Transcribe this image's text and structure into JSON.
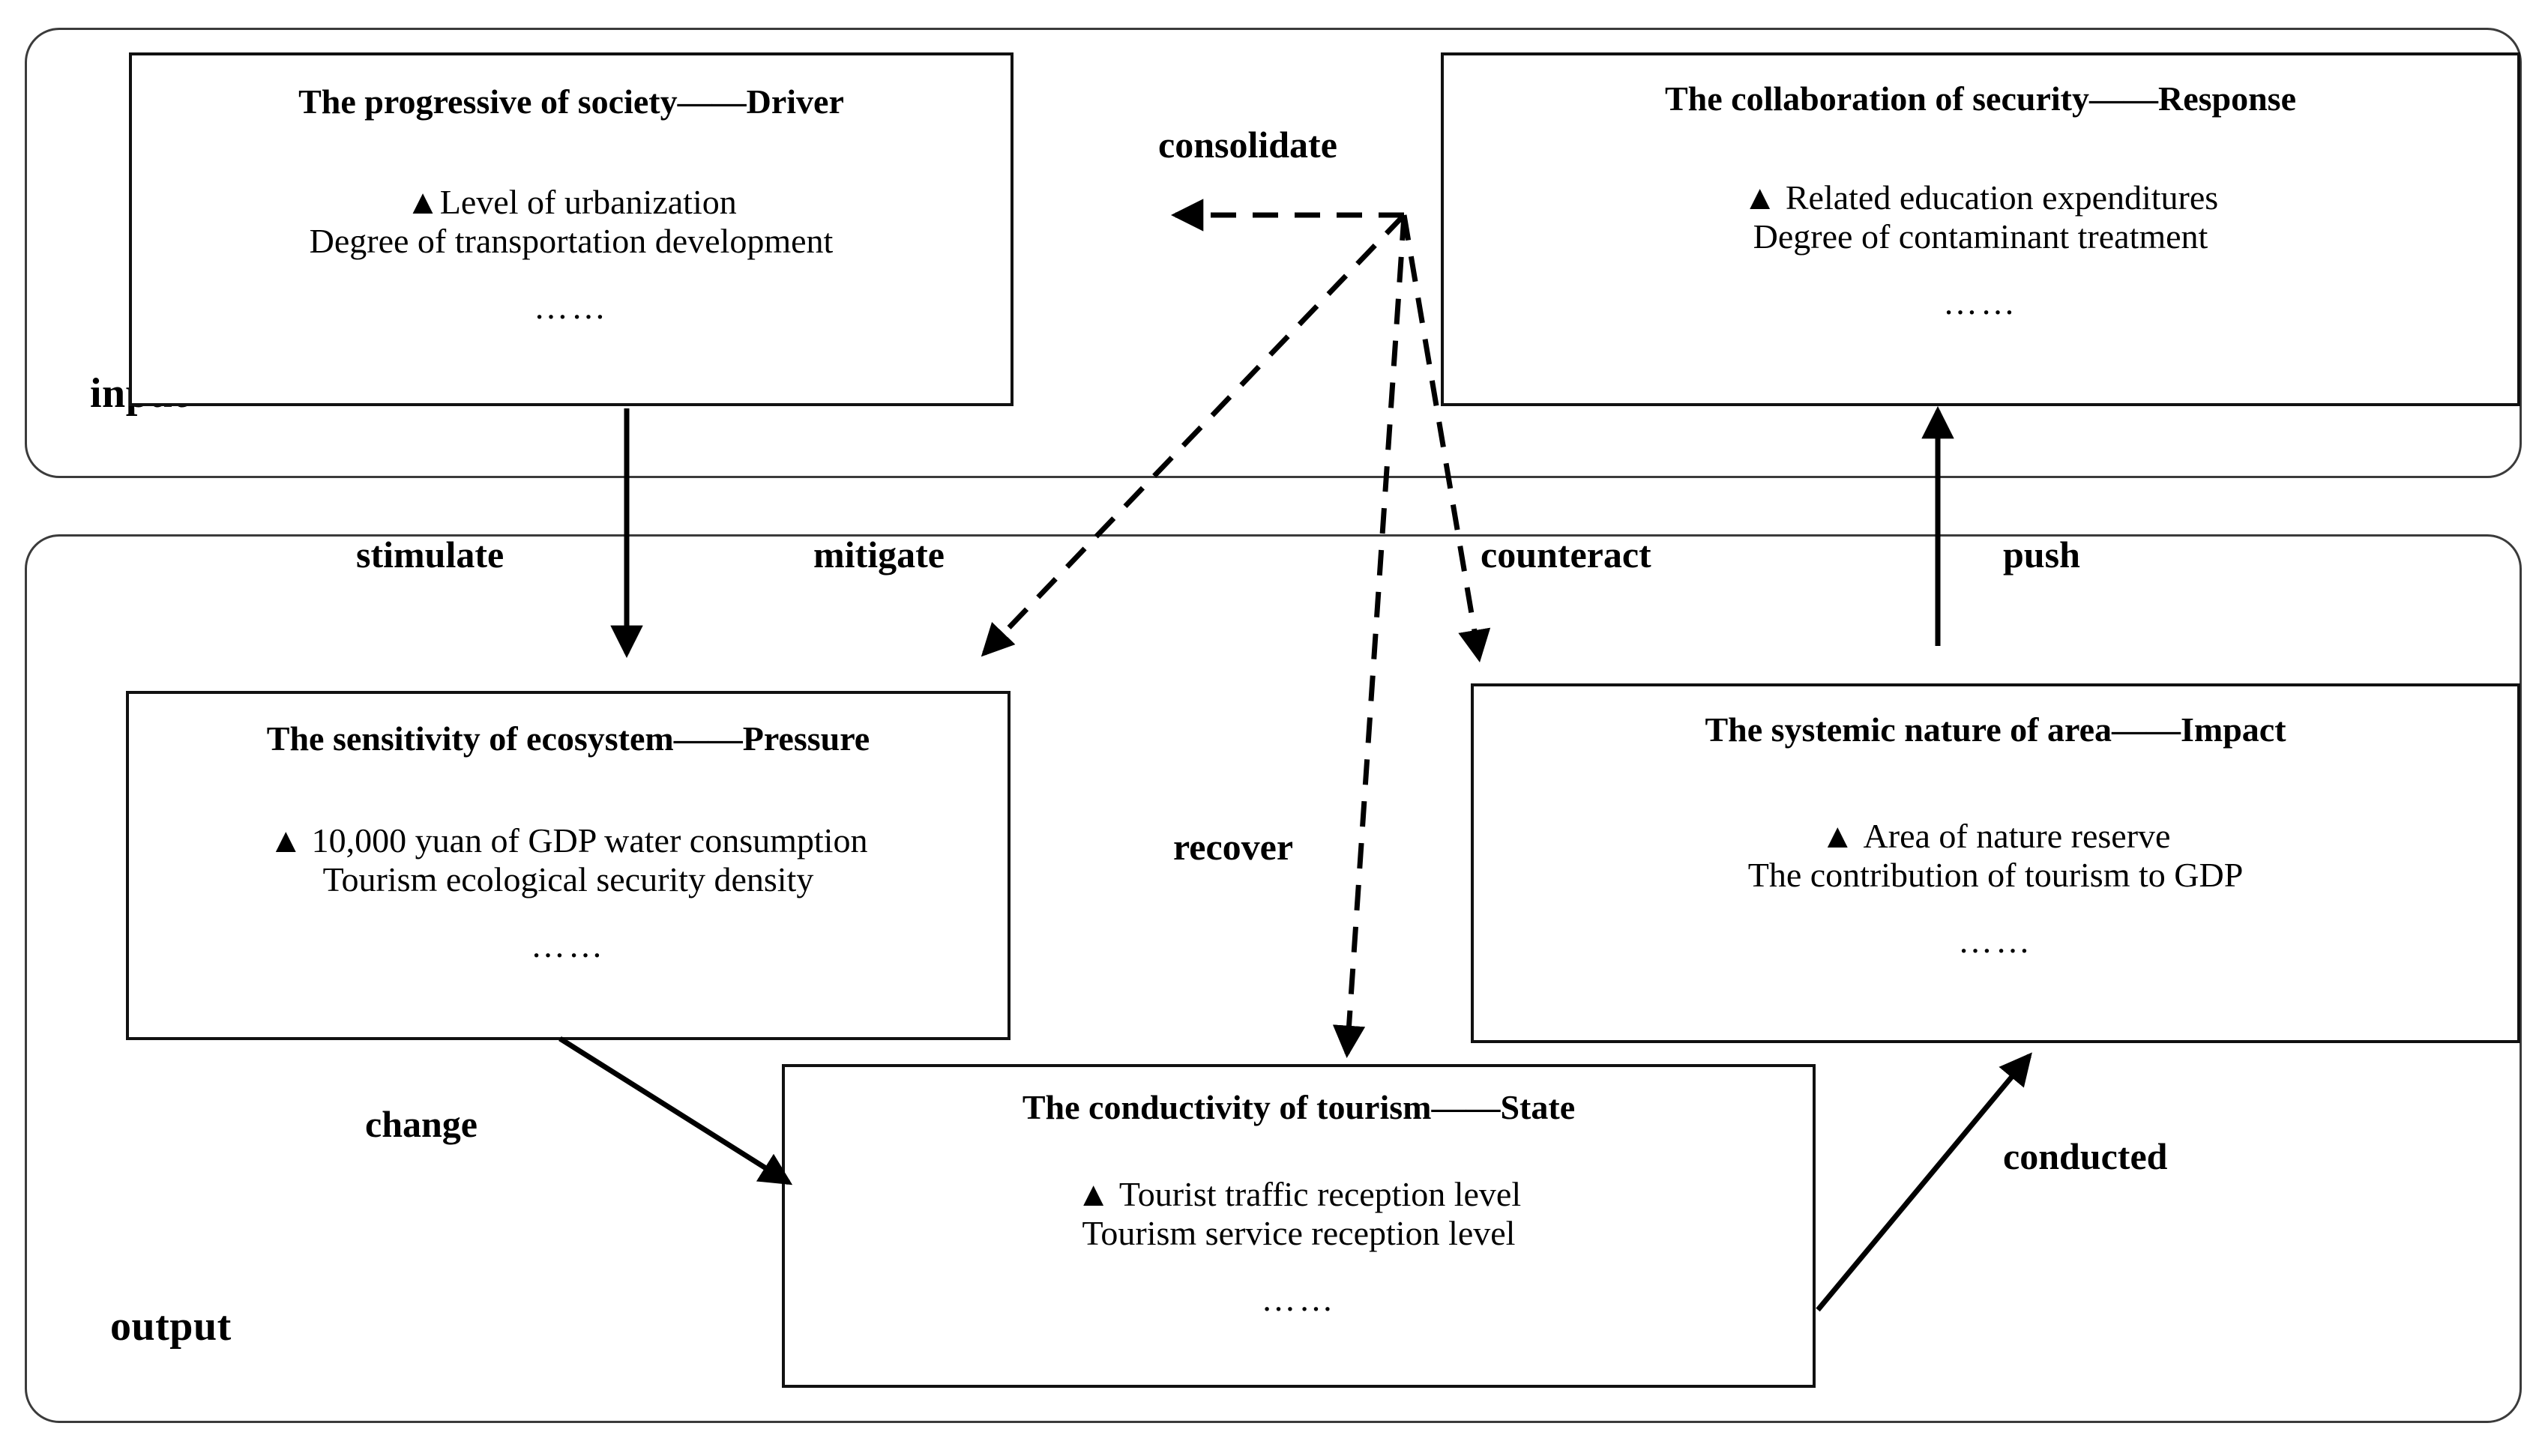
{
  "zones": [
    {
      "id": "input",
      "label": "input"
    },
    {
      "id": "output",
      "label": "output"
    }
  ],
  "nodes": [
    {
      "id": "driver",
      "title": "The progressive of society——Driver",
      "marker": "▲",
      "indicators": [
        "Level of urbanization",
        "Degree of transportation development"
      ],
      "ellipsis": "……"
    },
    {
      "id": "response",
      "title": "The collaboration of security——Response",
      "marker": "▲",
      "indicators": [
        "Related education expenditures",
        "Degree of contaminant treatment"
      ],
      "ellipsis": "……"
    },
    {
      "id": "pressure",
      "title": "The sensitivity of ecosystem——Pressure",
      "marker": "▲",
      "indicators": [
        "10,000 yuan of GDP water consumption",
        "Tourism ecological security density"
      ],
      "ellipsis": "……"
    },
    {
      "id": "impact",
      "title": "The systemic nature of area——Impact",
      "marker": "▲",
      "indicators": [
        "Area of nature reserve",
        "The contribution of tourism to GDP"
      ],
      "ellipsis": "……"
    },
    {
      "id": "state",
      "title": "The conductivity of tourism——State",
      "marker": "▲",
      "indicators": [
        "Tourist traffic reception level",
        "Tourism service reception level"
      ],
      "ellipsis": "……"
    }
  ],
  "edges": [
    {
      "id": "consolidate",
      "label": "consolidate",
      "style": "dashed",
      "from": "hub",
      "to": "driver"
    },
    {
      "id": "stimulate",
      "label": "stimulate",
      "style": "solid",
      "from": "driver",
      "to": "pressure"
    },
    {
      "id": "mitigate",
      "label": "mitigate",
      "style": "dashed",
      "from": "hub",
      "to": "pressure"
    },
    {
      "id": "counteract",
      "label": "counteract",
      "style": "dashed",
      "from": "hub",
      "to": "impact"
    },
    {
      "id": "push",
      "label": "push",
      "style": "solid",
      "from": "impact",
      "to": "response"
    },
    {
      "id": "recover",
      "label": "recover",
      "style": "dashed",
      "from": "hub",
      "to": "state"
    },
    {
      "id": "change",
      "label": "change",
      "style": "solid",
      "from": "pressure",
      "to": "state"
    },
    {
      "id": "conducted",
      "label": "conducted",
      "style": "solid",
      "from": "state",
      "to": "impact"
    }
  ],
  "colors": {
    "stroke": "#000000",
    "zone_border": "#3b3b3b",
    "background": "#ffffff"
  }
}
